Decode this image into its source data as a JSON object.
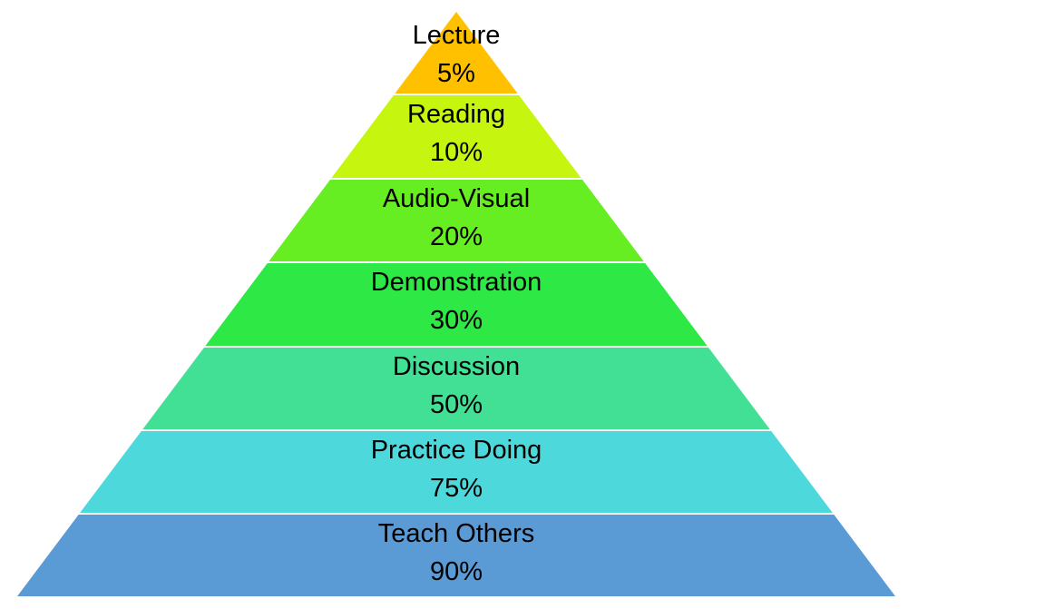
{
  "layers": [
    {
      "label": "Lecture",
      "value": "5%",
      "color": "#FFC000"
    },
    {
      "label": "Reading",
      "value": "10%",
      "color": "#C6F50F"
    },
    {
      "label": "Audio-Visual",
      "value": "20%",
      "color": "#66EE22"
    },
    {
      "label": "Demonstration",
      "value": "30%",
      "color": "#2EE845"
    },
    {
      "label": "Discussion",
      "value": "50%",
      "color": "#42E095"
    },
    {
      "label": "Practice Doing",
      "value": "75%",
      "color": "#4DD9DC"
    },
    {
      "label": "Teach Others",
      "value": "90%",
      "color": "#5B9BD5"
    }
  ]
}
